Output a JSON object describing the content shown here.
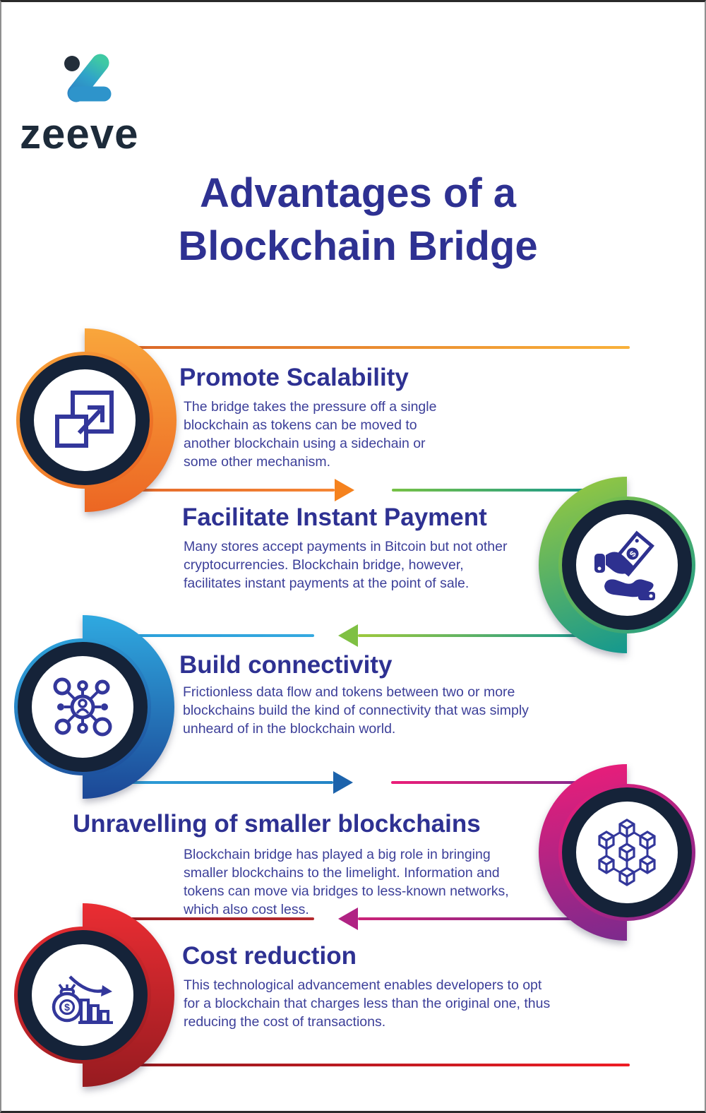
{
  "brand": {
    "name": "zeeve",
    "logo_icon": "zeeve-logo",
    "logo_colors": {
      "dot": "#232e3a",
      "teal": "#3fc9a4",
      "blue": "#2f86c4",
      "wordmark": "#1d2b3a"
    }
  },
  "header": {
    "title_line1": "Advantages of a",
    "title_line2": "Blockchain Bridge",
    "title_color": "#2e3192"
  },
  "sections": [
    {
      "title": "Promote Scalability",
      "body": "The bridge takes the pressure off a single\nblockchain as tokens can be moved to\nanother blockchain using a sidechain or\nsome other mechanism.",
      "icon": "expand-icon",
      "accent": "#f58634"
    },
    {
      "title": "Facilitate Instant Payment",
      "body": "Many stores accept payments in Bitcoin but not other\ncryptocurrencies. Blockchain bridge, however,\nfacilitates instant payments at the point of sale.",
      "icon": "hand-payment-icon",
      "accent": "#4bb04a"
    },
    {
      "title": "Build connectivity",
      "body": "Frictionless data flow and tokens between two or more\nblockchains build the kind of connectivity that was simply\nunheard of in the blockchain world.",
      "icon": "network-hub-icon",
      "accent": "#2b9fd9"
    },
    {
      "title": "Unravelling of smaller blockchains",
      "body": "Blockchain bridge has played a big role in bringing\nsmaller blockchains to the limelight. Information and\ntokens can move via bridges to less-known networks,\nwhich also cost less.",
      "icon": "blockchain-cubes-icon",
      "accent": "#ee1d79"
    },
    {
      "title": "Cost reduction",
      "body": "This technological advancement enables developers to opt\nfor a blockchain that charges less than the original one, thus\nreducing the cost of transactions.",
      "icon": "money-bag-chart-icon",
      "accent": "#ed1c24"
    }
  ],
  "text_colors": {
    "section_title": "#2e3192",
    "section_body": "#3c3f99",
    "icon_stroke": "#33379b",
    "ring": "#152339"
  }
}
